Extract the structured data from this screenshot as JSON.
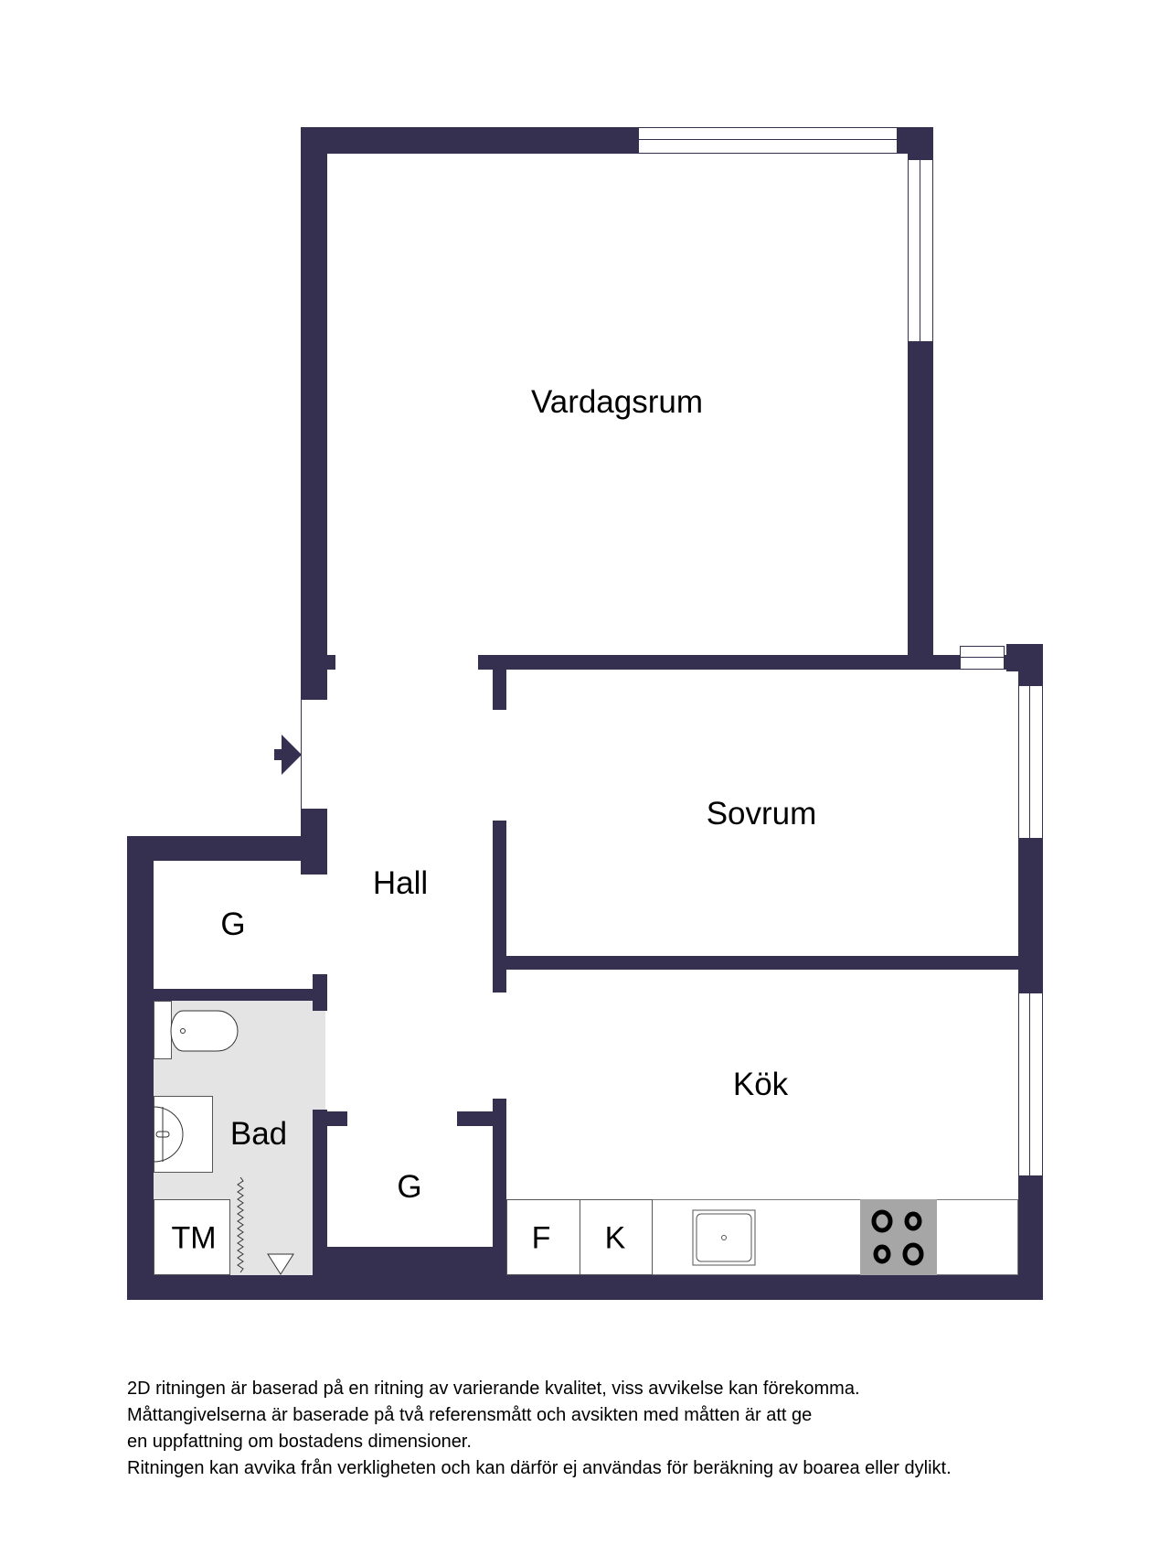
{
  "rooms": {
    "living": "Vardagsrum",
    "bedroom": "Sovrum",
    "hall": "Hall",
    "closet1": "G",
    "kitchen": "Kök",
    "bath": "Bad",
    "closet2": "G"
  },
  "fixtures": {
    "washer": "TM",
    "fridge": "F",
    "freezer": "K"
  },
  "colors": {
    "wall": "#35304f",
    "bath_floor": "#e4e4e4",
    "stove": "#a6a6a6"
  },
  "disclaimer": [
    "2D ritningen är baserad på en ritning av varierande kvalitet, viss avvikelse kan förekomma.",
    "Måttangivelserna är baserade på två referensmått och avsikten med måtten är att ge",
    "en uppfattning om bostadens dimensioner.",
    "Ritningen kan avvika från verkligheten och kan därför ej användas för beräkning av boarea eller dylikt."
  ]
}
